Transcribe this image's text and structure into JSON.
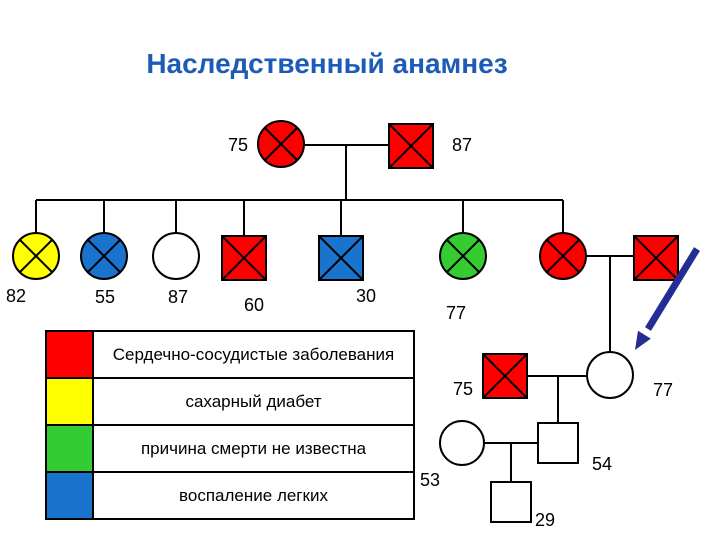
{
  "title": "Наследственный анамнез",
  "colors": {
    "red": "#FF0000",
    "yellow": "#FFFF00",
    "green": "#33CC33",
    "blue": "#1874CD",
    "white": "#FFFFFF",
    "title_text": "#1C5BB8",
    "arrow": "#232D93",
    "line": "#000000"
  },
  "persons": [
    {
      "id": "gen1-mother",
      "shape": "circle",
      "fill": "#FF0000",
      "deceased": true,
      "label": "75"
    },
    {
      "id": "gen1-father",
      "shape": "square",
      "fill": "#FF0000",
      "deceased": true,
      "label": "87"
    },
    {
      "id": "gen2-daughter-1",
      "shape": "circle",
      "fill": "#FFFF00",
      "deceased": true,
      "label": "82"
    },
    {
      "id": "gen2-daughter-2",
      "shape": "circle",
      "fill": "#1874CD",
      "deceased": true,
      "label": "55"
    },
    {
      "id": "gen2-daughter-3",
      "shape": "circle",
      "fill": "#FFFFFF",
      "deceased": false,
      "label": "87"
    },
    {
      "id": "gen2-son-1",
      "shape": "square",
      "fill": "#FF0000",
      "deceased": true,
      "label": "60"
    },
    {
      "id": "gen2-son-2",
      "shape": "square",
      "fill": "#1874CD",
      "deceased": true,
      "label": "30"
    },
    {
      "id": "gen2-daughter-4",
      "shape": "circle",
      "fill": "#33CC33",
      "deceased": true,
      "label": "77"
    },
    {
      "id": "gen2-daughter-5",
      "shape": "circle",
      "fill": "#FF0000",
      "deceased": true,
      "label": ""
    },
    {
      "id": "gen2-spouse",
      "shape": "square",
      "fill": "#FF0000",
      "deceased": true,
      "label": ""
    },
    {
      "id": "gen3-husband",
      "shape": "square",
      "fill": "#FF0000",
      "deceased": true,
      "label": "75"
    },
    {
      "id": "gen3-wife",
      "shape": "circle",
      "fill": "#FFFFFF",
      "deceased": false,
      "label": "77"
    },
    {
      "id": "gen4-wife",
      "shape": "circle",
      "fill": "#FFFFFF",
      "deceased": false,
      "label": "53"
    },
    {
      "id": "gen4-husband",
      "shape": "square",
      "fill": "#FFFFFF",
      "deceased": false,
      "label": "54"
    },
    {
      "id": "gen5-son",
      "shape": "square",
      "fill": "#FFFFFF",
      "deceased": false,
      "label": "29"
    }
  ],
  "legend": {
    "rows": [
      {
        "color": "#FF0000",
        "label": "Сердечно-сосудистые заболевания"
      },
      {
        "color": "#FFFF00",
        "label": "сахарный диабет"
      },
      {
        "color": "#33CC33",
        "label": "причина смерти не известна"
      },
      {
        "color": "#1874CD",
        "label": "воспаление легких"
      }
    ]
  }
}
